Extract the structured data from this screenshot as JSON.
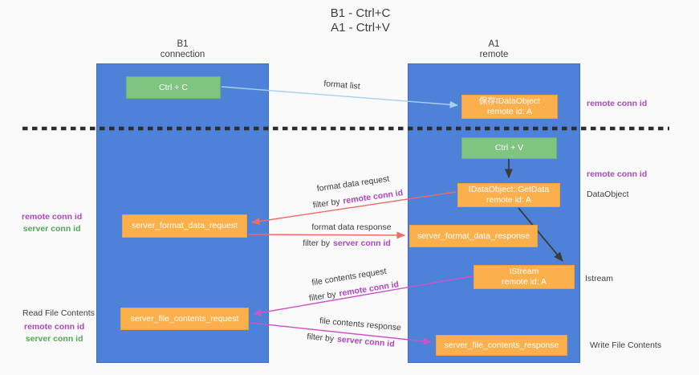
{
  "title": {
    "line1": "B1 - Ctrl+C",
    "line2": "A1 - Ctrl+V"
  },
  "lanes": {
    "left": {
      "name": "B1",
      "subtitle": "connection"
    },
    "right": {
      "name": "A1",
      "subtitle": "remote"
    }
  },
  "nodes": {
    "ctrl_c": {
      "label": "Ctrl + C"
    },
    "save_idataobject": {
      "line1": "保存IDataObject",
      "line2": "remote id: A"
    },
    "ctrl_v": {
      "label": "Ctrl + V"
    },
    "getdata": {
      "line1": "IDataObject::GetData",
      "line2": "remote id: A"
    },
    "format_request": {
      "label": "server_format_data_request"
    },
    "format_response": {
      "label": "server_format_data_response"
    },
    "istream": {
      "line1": "IStream",
      "line2": "remote id: A"
    },
    "file_request": {
      "label": "server_file_contents_request"
    },
    "file_response": {
      "label": "server_file_contents_response"
    }
  },
  "edges": {
    "format_list": {
      "label": "format list"
    },
    "format_data_request": {
      "label": "format data request",
      "filter_prefix": "filter by",
      "filter_key": "remote conn id"
    },
    "format_data_response": {
      "label": "format data response",
      "filter_prefix": "filter by",
      "filter_key": "server conn id"
    },
    "file_contents_request": {
      "label": "file contents request",
      "filter_prefix": "filter by",
      "filter_key": "remote conn id"
    },
    "file_contents_response": {
      "label": "file contents response",
      "filter_prefix": "filter by",
      "filter_key": "server conn id"
    }
  },
  "annotations": {
    "right_saved_conn": "remote conn id",
    "right_getdata_conn": "remote conn id",
    "right_dataobject": "DataObject",
    "right_istream": "Istream",
    "right_write_file": "Write File Contents",
    "left_format_remote": "remote conn id",
    "left_format_server": "server conn id",
    "left_read_file": "Read File Contents",
    "left_file_remote": "remote conn id",
    "left_file_server": "server conn id"
  },
  "colors": {
    "lane_blue": "#4d82d8",
    "node_orange": "#fbb04b",
    "node_green": "#7fc47f",
    "arrow_light_blue": "#a8cfec",
    "arrow_red": "#ee6b66",
    "arrow_magenta": "#cc54c8",
    "arrow_black": "#3b3b3b",
    "label_purple": "#ab47bc",
    "label_green": "#53a656",
    "separator_black": "#2d2d2d",
    "background": "#fafafa"
  }
}
